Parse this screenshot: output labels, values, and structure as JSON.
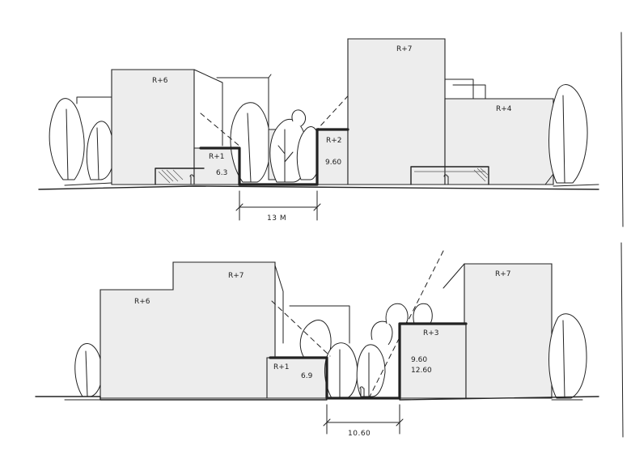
{
  "section_top": {
    "labels": {
      "left_tower": "R+6",
      "left_low": "R+1",
      "left_low_height": "6.3",
      "right_low": "R+2",
      "right_low_height": "9.60",
      "right_tower": "R+7",
      "right_mid": "R+4"
    },
    "dimension": "13 M"
  },
  "section_bottom": {
    "labels": {
      "left_tower": "R+6",
      "left_top": "R+7",
      "left_low": "R+1",
      "left_low_height": "6.9",
      "right_low": "R+3",
      "right_low_height_1": "9.60",
      "right_low_height_2": "12.60",
      "right_tower": "R+7"
    },
    "dimension": "10.60"
  }
}
